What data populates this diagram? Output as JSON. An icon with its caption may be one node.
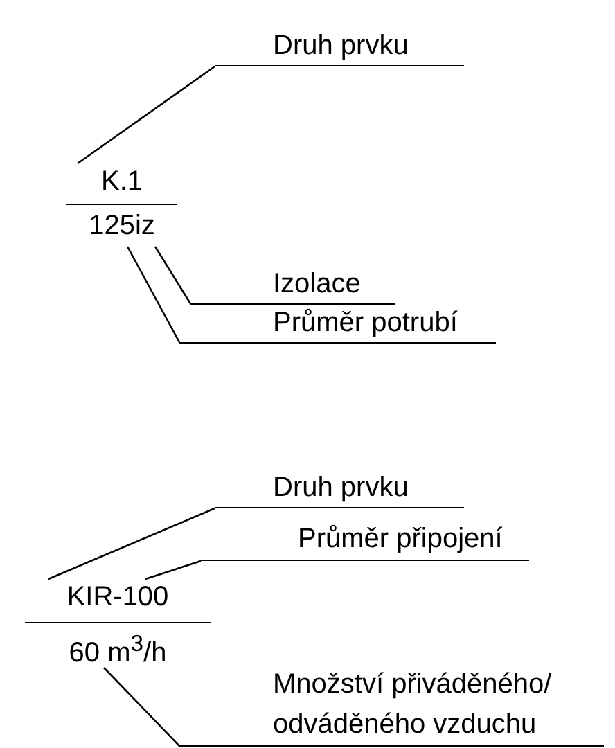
{
  "diagram": {
    "nodes": [
      {
        "text": [
          "Druh prvku"
        ]
      },
      {
        "text": [
          "K.1"
        ]
      },
      {
        "text": [
          "125iz"
        ]
      },
      {
        "text": [
          "Izolace"
        ]
      },
      {
        "text": [
          "Průměr potrubí"
        ]
      },
      {
        "text": [
          "Druh prvku"
        ]
      },
      {
        "text": [
          "Průměr připojení"
        ]
      },
      {
        "text": [
          "KIR-100"
        ]
      },
      {
        "text": [
          "60 m$^{3}$/h"
        ]
      },
      {
        "text": [
          "Množství přiváděného/ odváděného vzduchu"
        ]
      }
    ],
    "edges": [
      {
        "from": 1,
        "to": 0,
        "arrow": "none"
      },
      {
        "from": 2,
        "to": 3,
        "arrow": "none"
      },
      {
        "from": 2,
        "to": 4,
        "arrow": "none"
      },
      {
        "from": 7,
        "to": 5,
        "arrow": "none"
      },
      {
        "from": 7,
        "to": 6,
        "arrow": "none"
      },
      {
        "from": 8,
        "to": 9,
        "arrow": "none"
      }
    ]
  }
}
